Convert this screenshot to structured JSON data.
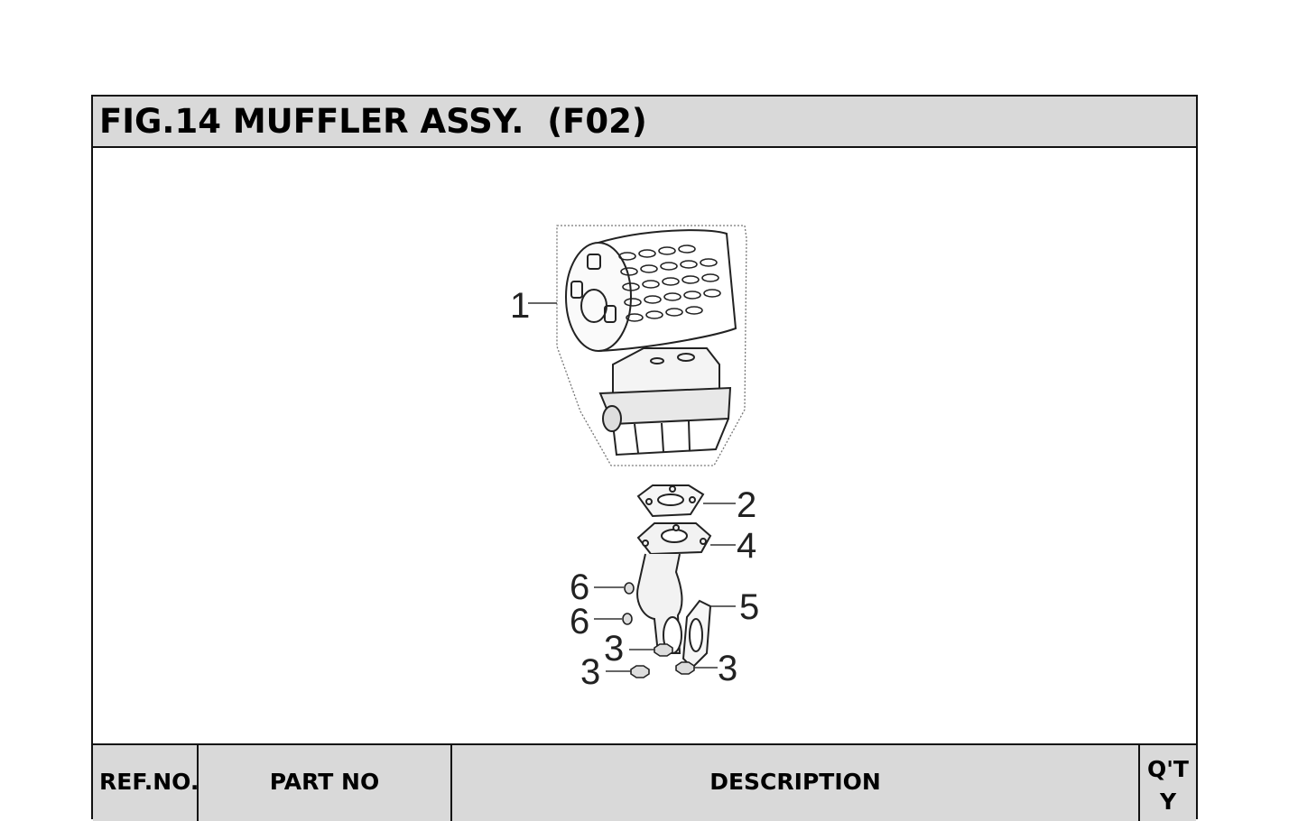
{
  "figure": {
    "title": "FIG.14 MUFFLER ASSY.  (F02)"
  },
  "callouts": {
    "c1": "1",
    "c2": "2",
    "c4": "4",
    "c6a": "6",
    "c6b": "6",
    "c5": "5",
    "c3a": "3",
    "c3b": "3",
    "c3c": "3"
  },
  "parts_table": {
    "headers": {
      "ref_no": "REF.NO.",
      "part_no": "PART NO",
      "description": "DESCRIPTION",
      "qty": "Q'TY"
    }
  }
}
